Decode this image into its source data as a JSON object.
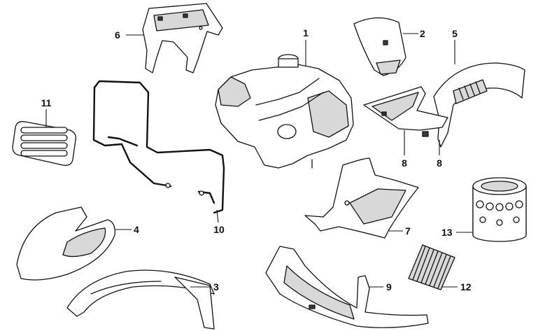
{
  "callouts": {
    "c1": "1",
    "c2": "2",
    "c3": "3",
    "c4": "4",
    "c5": "5",
    "c6": "6",
    "c7": "7",
    "c8a": "8",
    "c8b": "8",
    "c9": "9",
    "c10": "10",
    "c11": "11",
    "c12": "12",
    "c13": "13"
  },
  "colors": {
    "line": "#111111",
    "background": "#ffffff",
    "shade": "#d8d8d8"
  }
}
